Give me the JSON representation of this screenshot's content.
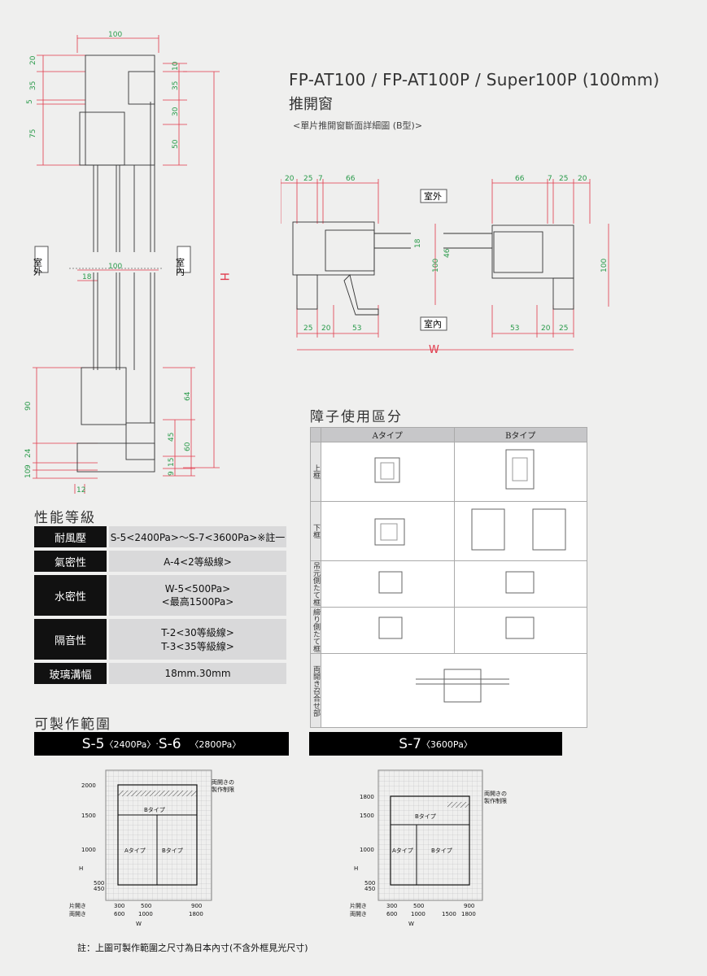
{
  "header": {
    "title": "FP-AT100 / FP-AT100P / Super100P (100mm)",
    "subtitle": "推開窗",
    "caption": "<單片推開窗斷面詳細圖 (B型)>"
  },
  "section_diagram": {
    "labels": {
      "outside": "室外",
      "inside": "室內",
      "height": "H",
      "width": "W"
    },
    "top_dims_left": [
      "20",
      "35",
      "5",
      "75"
    ],
    "top_dims_right": [
      "10",
      "35",
      "30",
      "50"
    ],
    "top_width": "100",
    "mid_width": "100",
    "mid_small": "18",
    "bottom_dims_left": [
      "90",
      "24",
      "9",
      "10"
    ],
    "bottom_dims_right": [
      "64",
      "45",
      "60",
      "15",
      "9"
    ],
    "bottom_width": "12",
    "plan_top_left": [
      "20",
      "25",
      "7",
      "66"
    ],
    "plan_top_right": [
      "66",
      "7",
      "25",
      "20"
    ],
    "plan_bottom_left": [
      "25",
      "20",
      "53"
    ],
    "plan_bottom_right": [
      "53",
      "20",
      "25"
    ],
    "plan_side_left": [
      "100",
      "46"
    ],
    "plan_side_right": "100",
    "plan_mid": "18"
  },
  "performance": {
    "heading": "性能等級",
    "rows": [
      {
        "key": "耐風壓",
        "value": [
          "S-5<2400Pa>～S-7<3600Pa>※註一"
        ]
      },
      {
        "key": "氣密性",
        "value": [
          "A-4<2等級線>"
        ]
      },
      {
        "key": "水密性",
        "value": [
          "W-5<500Pa>",
          "<最高1500Pa>"
        ]
      },
      {
        "key": "隔音性",
        "value": [
          "T-2<30等級線>",
          "T-3<35等級線>"
        ]
      },
      {
        "key": "玻璃溝幅",
        "value": [
          "18mm.30mm"
        ]
      }
    ]
  },
  "bead_table": {
    "heading": "障子使用區分",
    "columns": [
      "Aタイプ",
      "Bタイプ"
    ],
    "rows": [
      "上框",
      "下框",
      "吊元側たて框",
      "締り側たて框",
      "両開き召合せ部"
    ]
  },
  "range": {
    "heading": "可製作範圍",
    "left_band": {
      "a": "S-5",
      "a_sub": "〈2400Pa〉",
      "sep": "·",
      "b": "S-6",
      "b_sub": "〈2800Pa〉"
    },
    "right_band": {
      "a": "S-7",
      "a_sub": "〈3600Pa〉"
    },
    "left_chart": {
      "y_ticks": [
        "2000",
        "1500",
        "1000",
        "500",
        "450"
      ],
      "x_single": [
        "300",
        "500",
        "900"
      ],
      "x_double": [
        "600",
        "1000",
        "1800"
      ],
      "note": [
        "両開きの",
        "製作制限"
      ],
      "area_b_top": "Bタイプ",
      "area_a": "Aタイプ",
      "area_b": "Bタイプ",
      "row_single": "片開き",
      "row_double": "両開き",
      "axis_h": "H",
      "axis_w": "W"
    },
    "right_chart": {
      "y_ticks": [
        "1800",
        "1500",
        "1000",
        "500",
        "450"
      ],
      "x_single": [
        "300",
        "500",
        "900"
      ],
      "x_double": [
        "600",
        "1000",
        "1500",
        "1800"
      ],
      "note": [
        "両開きの",
        "製作制限"
      ],
      "area_b_top": "Bタイプ",
      "area_a": "Aタイプ",
      "area_b": "Bタイプ",
      "row_single": "片開き",
      "row_double": "両開き",
      "axis_h": "H",
      "axis_w": "W"
    }
  },
  "footnote": "註：上圖可製作範圍之尺寸為日本內寸(不含外框見光尺寸)",
  "colors": {
    "dimension": "#e0394a",
    "band": "#000000",
    "cell_dark": "#111111",
    "cell_light": "#d9d9da"
  }
}
